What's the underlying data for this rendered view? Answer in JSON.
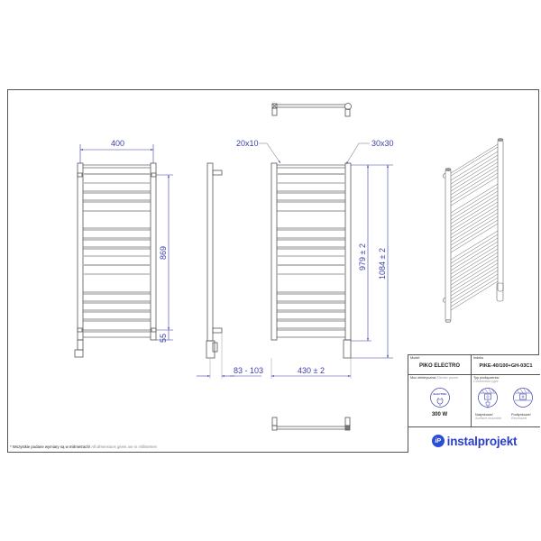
{
  "drawing": {
    "front_view": {
      "width_label": "400",
      "height_label": "869",
      "bottom_label": "55"
    },
    "side_view": {
      "depth_label": "83 - 103"
    },
    "front_view_2": {
      "left_profile": "20x10",
      "right_profile": "30x30",
      "width_label": "430  ± 2",
      "inner_height_label": "979  ± 2",
      "total_height_label": "1084  ± 2"
    },
    "footnote": {
      "pl": "* Wszystkie podane wymiary są w milimetrach/",
      "en": " All dimensions given are in millimetres"
    }
  },
  "title_block": {
    "model_label_pl": "Model",
    "model_value": "PIKO ELECTRO",
    "index_label_pl": "Indeks",
    "index_value": "PIKE-40/100+GH-03C1",
    "power_label_pl": "Moc elektryczna/",
    "power_label_en": " Electric power",
    "power_icon_text": "ELECTRIC",
    "power_value": "300 W",
    "connection_label_pl": "Typ podłączenia/",
    "connection_label_en": "Connection type",
    "surface_pl": "Natynkowe/",
    "surface_en": "Surface mounted",
    "recessed_pl": "Podtynkowe/",
    "recessed_en": "Recessed",
    "brand_badge": "iP",
    "brand_name": "instalprojekt"
  },
  "colors": {
    "dimension": "#3b3fa8",
    "line": "#555555",
    "brand": "#2a3fc7"
  }
}
